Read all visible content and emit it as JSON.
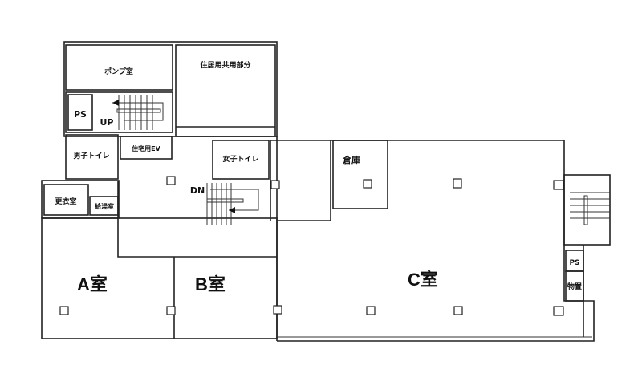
{
  "floor_plan": {
    "rooms": {
      "pump_room": "ポンプ室",
      "residential_common": "住居用共用部分",
      "ps_left": "PS",
      "up": "UP",
      "mens_toilet": "男子トイレ",
      "residential_ev": "住宅用EV",
      "womens_toilet": "女子トイレ",
      "dn": "DN",
      "locker_room": "更衣室",
      "kitchenette": "給湯室",
      "storage": "倉庫",
      "room_a": "A室",
      "room_b": "B室",
      "room_c": "C室",
      "ps_right": "PS",
      "closet": "物置"
    }
  }
}
